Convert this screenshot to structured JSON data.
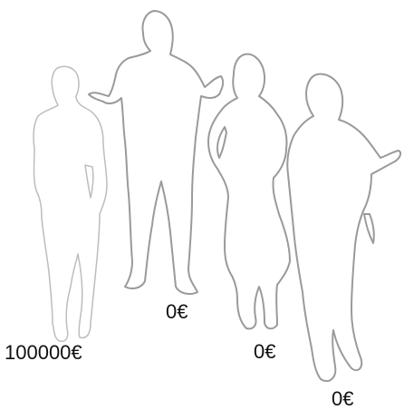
{
  "figures": [
    {
      "id": "person-1",
      "amount": "100000€"
    },
    {
      "id": "person-2",
      "amount": "0€"
    },
    {
      "id": "person-3",
      "amount": "0€"
    },
    {
      "id": "person-4",
      "amount": "0€"
    }
  ]
}
